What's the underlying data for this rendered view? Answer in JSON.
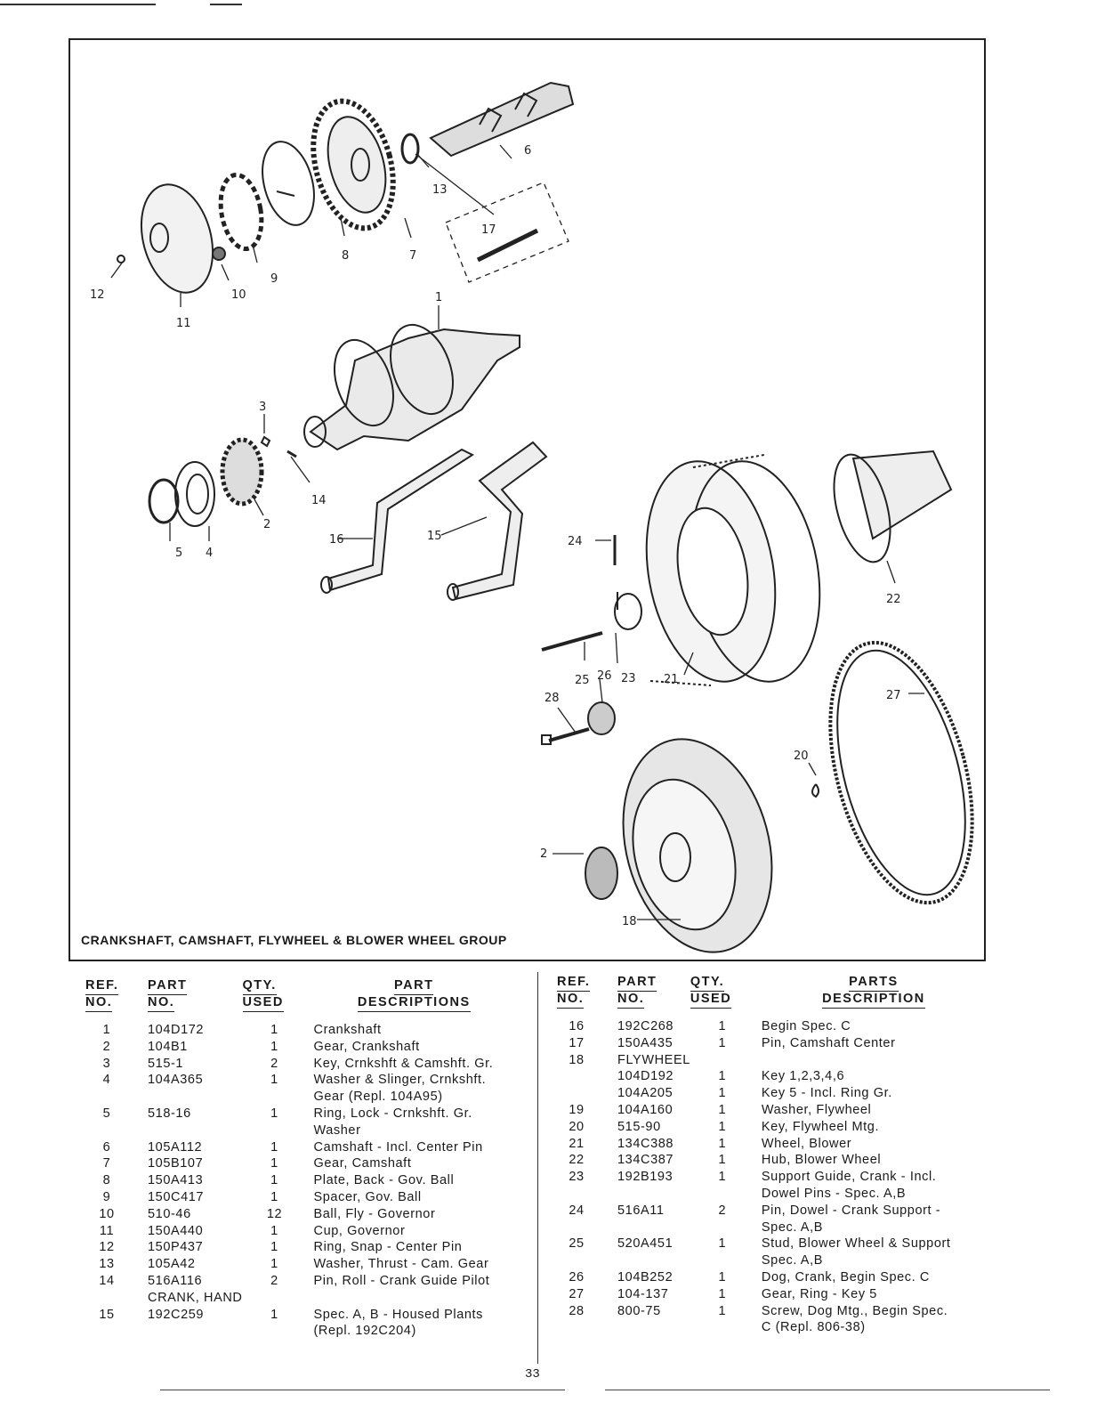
{
  "figure": {
    "caption": "CRANKSHAFT, CAMSHAFT, FLYWHEEL & BLOWER WHEEL GROUP",
    "callouts": [
      "12",
      "11",
      "10",
      "9",
      "8",
      "7",
      "13",
      "17",
      "6",
      "1",
      "3",
      "14",
      "5",
      "4",
      "2",
      "16",
      "15",
      "24",
      "22",
      "25",
      "26",
      "23",
      "21",
      "28",
      "27",
      "20",
      "2",
      "18"
    ]
  },
  "tables": {
    "left": {
      "headers": {
        "ref": [
          "REF.",
          "NO."
        ],
        "part": [
          "PART",
          "NO."
        ],
        "qty": [
          "QTY.",
          "USED"
        ],
        "desc": [
          "PART",
          "DESCRIPTIONS"
        ]
      },
      "rows": [
        {
          "ref": "1",
          "part": "104D172",
          "qty": "1",
          "desc": "Crankshaft"
        },
        {
          "ref": "2",
          "part": "104B1",
          "qty": "1",
          "desc": "Gear, Crankshaft"
        },
        {
          "ref": "3",
          "part": "515-1",
          "qty": "2",
          "desc": "Key, Crnkshft & Camshft. Gr."
        },
        {
          "ref": "4",
          "part": "104A365",
          "qty": "1",
          "desc": "Washer & Slinger, Crnkshft."
        },
        {
          "ref": "",
          "part": "",
          "qty": "",
          "desc": "Gear (Repl. 104A95)"
        },
        {
          "ref": "5",
          "part": "518-16",
          "qty": "1",
          "desc": "Ring, Lock - Crnkshft. Gr."
        },
        {
          "ref": "",
          "part": "",
          "qty": "",
          "desc": "Washer"
        },
        {
          "ref": "6",
          "part": "105A112",
          "qty": "1",
          "desc": "Camshaft - Incl. Center Pin"
        },
        {
          "ref": "7",
          "part": "105B107",
          "qty": "1",
          "desc": "Gear, Camshaft"
        },
        {
          "ref": "8",
          "part": "150A413",
          "qty": "1",
          "desc": "Plate, Back - Gov. Ball"
        },
        {
          "ref": "9",
          "part": "150C417",
          "qty": "1",
          "desc": "Spacer, Gov. Ball"
        },
        {
          "ref": "10",
          "part": "510-46",
          "qty": "12",
          "desc": "Ball, Fly - Governor"
        },
        {
          "ref": "11",
          "part": "150A440",
          "qty": "1",
          "desc": "Cup, Governor"
        },
        {
          "ref": "12",
          "part": "150P437",
          "qty": "1",
          "desc": "Ring, Snap - Center Pin"
        },
        {
          "ref": "13",
          "part": "105A42",
          "qty": "1",
          "desc": "Washer, Thrust - Cam. Gear"
        },
        {
          "ref": "14",
          "part": "516A116",
          "qty": "2",
          "desc": "Pin, Roll - Crank Guide Pilot"
        },
        {
          "ref": "",
          "part": "CRANK, HAND",
          "qty": "",
          "desc": ""
        },
        {
          "ref": "15",
          "part": "192C259",
          "qty": "1",
          "desc": "Spec. A, B - Housed Plants"
        },
        {
          "ref": "",
          "part": "",
          "qty": "",
          "desc": "(Repl. 192C204)"
        }
      ]
    },
    "right": {
      "headers": {
        "ref": [
          "REF.",
          "NO."
        ],
        "part": [
          "PART",
          "NO."
        ],
        "qty": [
          "QTY.",
          "USED"
        ],
        "desc": [
          "PARTS",
          "DESCRIPTION"
        ]
      },
      "rows": [
        {
          "ref": "16",
          "part": "192C268",
          "qty": "1",
          "desc": "Begin Spec. C"
        },
        {
          "ref": "17",
          "part": "150A435",
          "qty": "1",
          "desc": "Pin, Camshaft Center"
        },
        {
          "ref": "18",
          "part": "FLYWHEEL",
          "qty": "",
          "desc": ""
        },
        {
          "ref": "",
          "part": "104D192",
          "qty": "1",
          "desc": "Key 1,2,3,4,6"
        },
        {
          "ref": "",
          "part": "104A205",
          "qty": "1",
          "desc": "Key 5 - Incl. Ring Gr."
        },
        {
          "ref": "19",
          "part": "104A160",
          "qty": "1",
          "desc": "Washer, Flywheel"
        },
        {
          "ref": "20",
          "part": "515-90",
          "qty": "1",
          "desc": "Key, Flywheel Mtg."
        },
        {
          "ref": "21",
          "part": "134C388",
          "qty": "1",
          "desc": "Wheel, Blower"
        },
        {
          "ref": "22",
          "part": "134C387",
          "qty": "1",
          "desc": "Hub, Blower Wheel"
        },
        {
          "ref": "23",
          "part": "192B193",
          "qty": "1",
          "desc": "Support Guide, Crank - Incl."
        },
        {
          "ref": "",
          "part": "",
          "qty": "",
          "desc": "Dowel Pins - Spec. A,B"
        },
        {
          "ref": "24",
          "part": "516A11",
          "qty": "2",
          "desc": "Pin, Dowel - Crank Support -"
        },
        {
          "ref": "",
          "part": "",
          "qty": "",
          "desc": "Spec. A,B"
        },
        {
          "ref": "25",
          "part": "520A451",
          "qty": "1",
          "desc": "Stud, Blower Wheel & Support"
        },
        {
          "ref": "",
          "part": "",
          "qty": "",
          "desc": "Spec. A,B"
        },
        {
          "ref": "26",
          "part": "104B252",
          "qty": "1",
          "desc": "Dog, Crank, Begin Spec. C"
        },
        {
          "ref": "27",
          "part": "104-137",
          "qty": "1",
          "desc": "Gear, Ring - Key 5"
        },
        {
          "ref": "28",
          "part": "800-75",
          "qty": "1",
          "desc": "Screw, Dog Mtg., Begin Spec."
        },
        {
          "ref": "",
          "part": "",
          "qty": "",
          "desc": "C (Repl. 806-38)"
        }
      ]
    }
  },
  "page_number": "33"
}
